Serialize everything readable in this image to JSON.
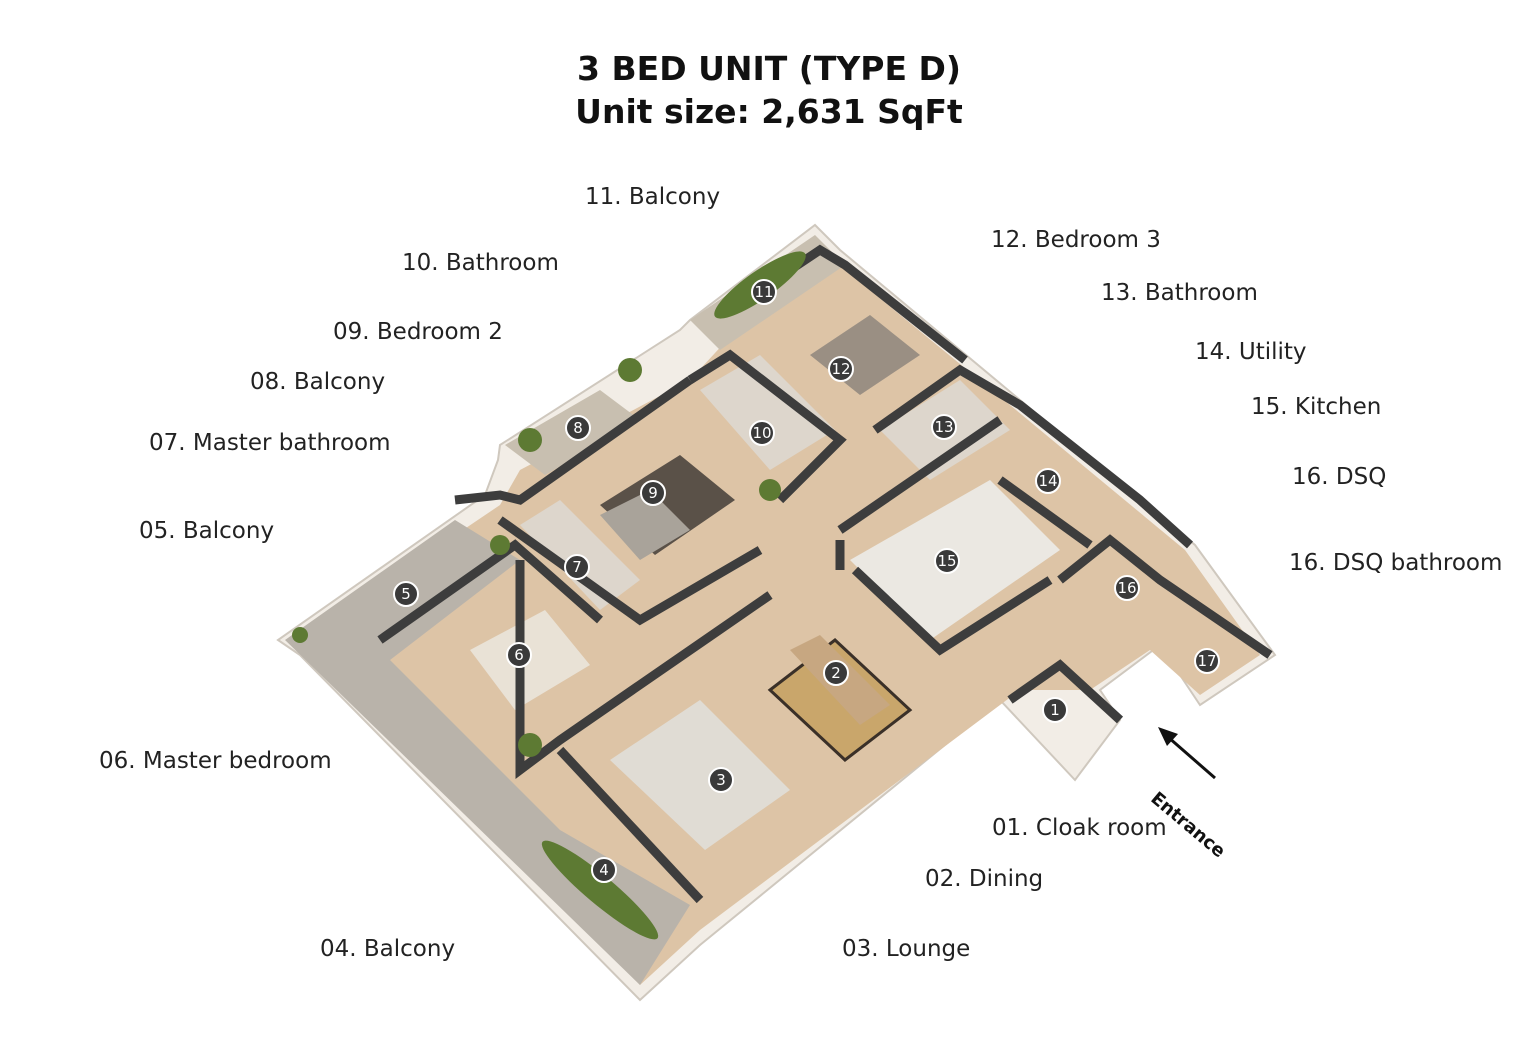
{
  "title": {
    "line1": "3 BED UNIT (TYPE D)",
    "line2": "Unit size: 2,631 SqFt"
  },
  "entrance_label": "Entrance",
  "rooms": [
    {
      "marker": "1",
      "label": "01. Cloak room"
    },
    {
      "marker": "2",
      "label": "02. Dining"
    },
    {
      "marker": "3",
      "label": "03. Lounge"
    },
    {
      "marker": "4",
      "label": "04. Balcony"
    },
    {
      "marker": "5",
      "label": "05. Balcony"
    },
    {
      "marker": "6",
      "label": "06. Master bedroom"
    },
    {
      "marker": "7",
      "label": "07. Master bathroom"
    },
    {
      "marker": "8",
      "label": "08. Balcony"
    },
    {
      "marker": "9",
      "label": "09. Bedroom 2"
    },
    {
      "marker": "10",
      "label": "10. Bathroom"
    },
    {
      "marker": "11",
      "label": "11. Balcony"
    },
    {
      "marker": "12",
      "label": "12. Bedroom 3"
    },
    {
      "marker": "13",
      "label": "13. Bathroom"
    },
    {
      "marker": "14",
      "label": "14. Utility"
    },
    {
      "marker": "15",
      "label": "15. Kitchen"
    },
    {
      "marker": "16",
      "label": "16. DSQ"
    },
    {
      "marker": "17",
      "label": "16. DSQ bathroom"
    }
  ]
}
